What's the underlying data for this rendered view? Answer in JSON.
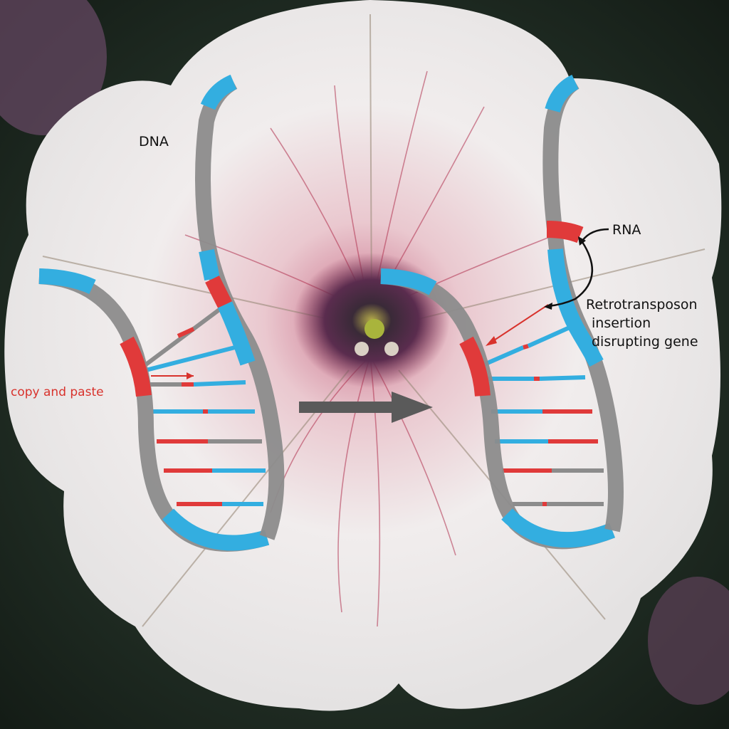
{
  "labels": {
    "dna": "DNA",
    "rna": "RNA",
    "copy_paste": "copy and paste",
    "retro_line1": "Retrotransposon",
    "retro_line2": "insertion",
    "retro_line3": "disrupting gene"
  },
  "colors": {
    "strand_gray": "#8c8c8c",
    "blue": "#33aee0",
    "red": "#e03a3a",
    "arrow_gray": "#5a5a5a"
  }
}
